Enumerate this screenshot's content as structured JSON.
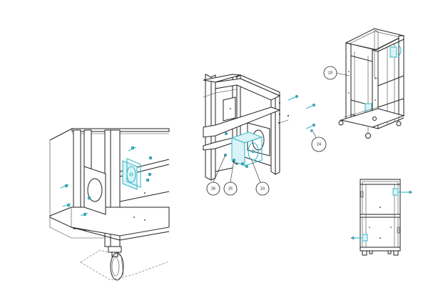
{
  "callouts": {
    "c1": "23",
    "c2": "26",
    "c3": "25",
    "c4": "23",
    "c5": "24"
  },
  "colors": {
    "highlight": "#39b7c9",
    "line": "#222222",
    "background": "#ffffff"
  }
}
